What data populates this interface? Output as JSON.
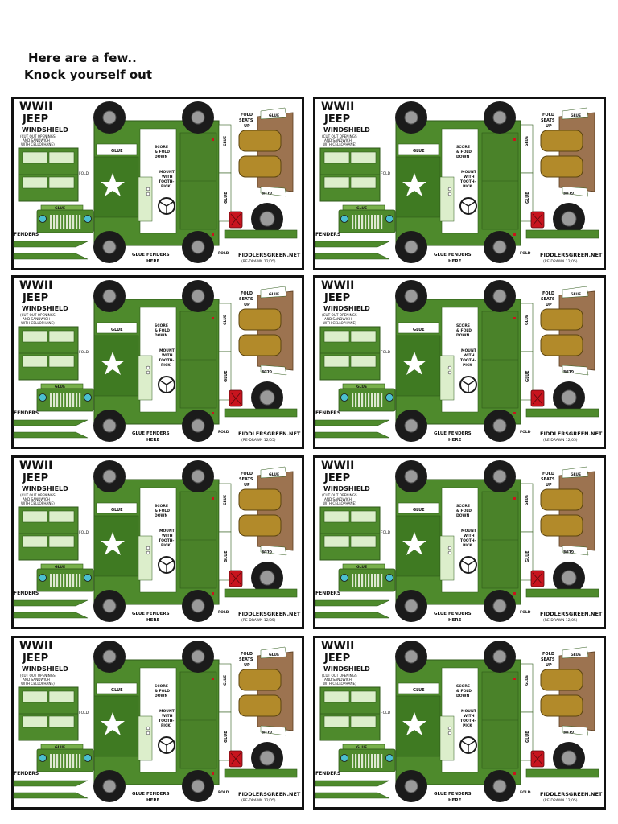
{
  "caption": {
    "line1": "Here are a few..",
    "line2": "Knock yourself out"
  },
  "card_count": 8,
  "card": {
    "title_line1": "WWII",
    "title_line2": "JEEP",
    "windshield_label": "WINDSHIELD",
    "windshield_note": [
      "(CUT OUT OPENINGS",
      "AND SANDWICH",
      "WITH CELLOPHANE)"
    ],
    "fold_label": "FOLD",
    "glue_label": "GLUE",
    "score_fold_label": [
      "SCORE",
      "& FOLD",
      "DOWN"
    ],
    "mount_label": [
      "MOUNT",
      "WITH",
      "TOOTH-",
      "PICK"
    ],
    "fold_seats_label": [
      "FOLD",
      "SEATS",
      "UP"
    ],
    "fenders_label": "FENDERS",
    "glue_fenders_label": [
      "GLUE FENDERS",
      "HERE"
    ],
    "brand": "FIDDLERSGREEN.NET",
    "redrawn": "(RE-DRAWN 12/05)"
  },
  "colors": {
    "jeep_green": "#4e8a2c",
    "jeep_green_dark": "#2f5a1a",
    "jeep_green_light": "#79b04c",
    "windshield_glass": "#dceecb",
    "seat_olive": "#b28a2a",
    "tarp_brown": "#9c7350",
    "tire_black": "#1b1b1b",
    "hub_grey": "#9a9a9a",
    "gas_can_red": "#c8141e",
    "card_border": "#111111"
  },
  "icons": [
    "star-icon",
    "steering-wheel-icon",
    "wheel-icon",
    "gas-can-icon",
    "grille-icon",
    "headlight-icon"
  ]
}
